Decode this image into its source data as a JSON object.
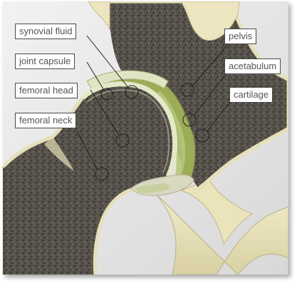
{
  "labels": {
    "synovial_fluid": "synovial fluid",
    "joint_capsule": "joint capsule",
    "femoral_head": "femoral head",
    "femoral_neck": "femoral neck",
    "pelvis": "pelvis",
    "acetabulum": "acetabulum",
    "cartilage": "cartilage"
  },
  "colors": {
    "bone_cut_surface": "#57534c",
    "bone_speckle": "#2e2b27",
    "cortical_bone": "#e6dfb8",
    "cartilage": "#c9dda7",
    "acetabulum_lining": "#9dac58",
    "leader_line": "#222222"
  }
}
